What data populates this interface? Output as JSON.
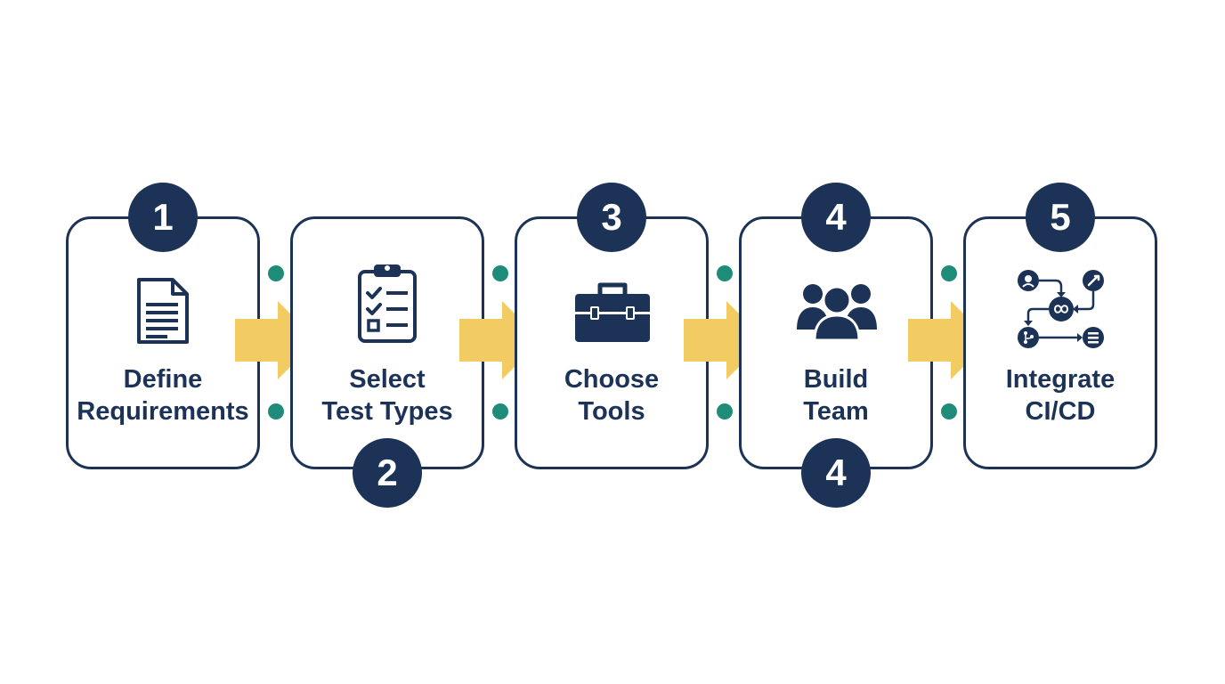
{
  "steps": [
    {
      "badge_top": "1",
      "line1": "Define",
      "line2": "Requirements",
      "icon": "document-icon"
    },
    {
      "badge_bottom": "2",
      "line1": "Select",
      "line2": "Test Types",
      "icon": "clipboard-checklist-icon"
    },
    {
      "badge_top": "3",
      "line1": "Choose",
      "line2": "Tools",
      "icon": "toolbox-icon"
    },
    {
      "badge_top": "4",
      "badge_bottom": "4",
      "line1": "Build",
      "line2": "Team",
      "icon": "team-icon"
    },
    {
      "badge_top": "5",
      "line1": "Integrate",
      "line2": "CI/CD",
      "icon": "ci-cd-pipeline-icon"
    }
  ],
  "colors": {
    "navy": "#1c3357",
    "arrow": "#f2cb62",
    "connector_dot": "#1e8c78",
    "background": "#ffffff"
  }
}
